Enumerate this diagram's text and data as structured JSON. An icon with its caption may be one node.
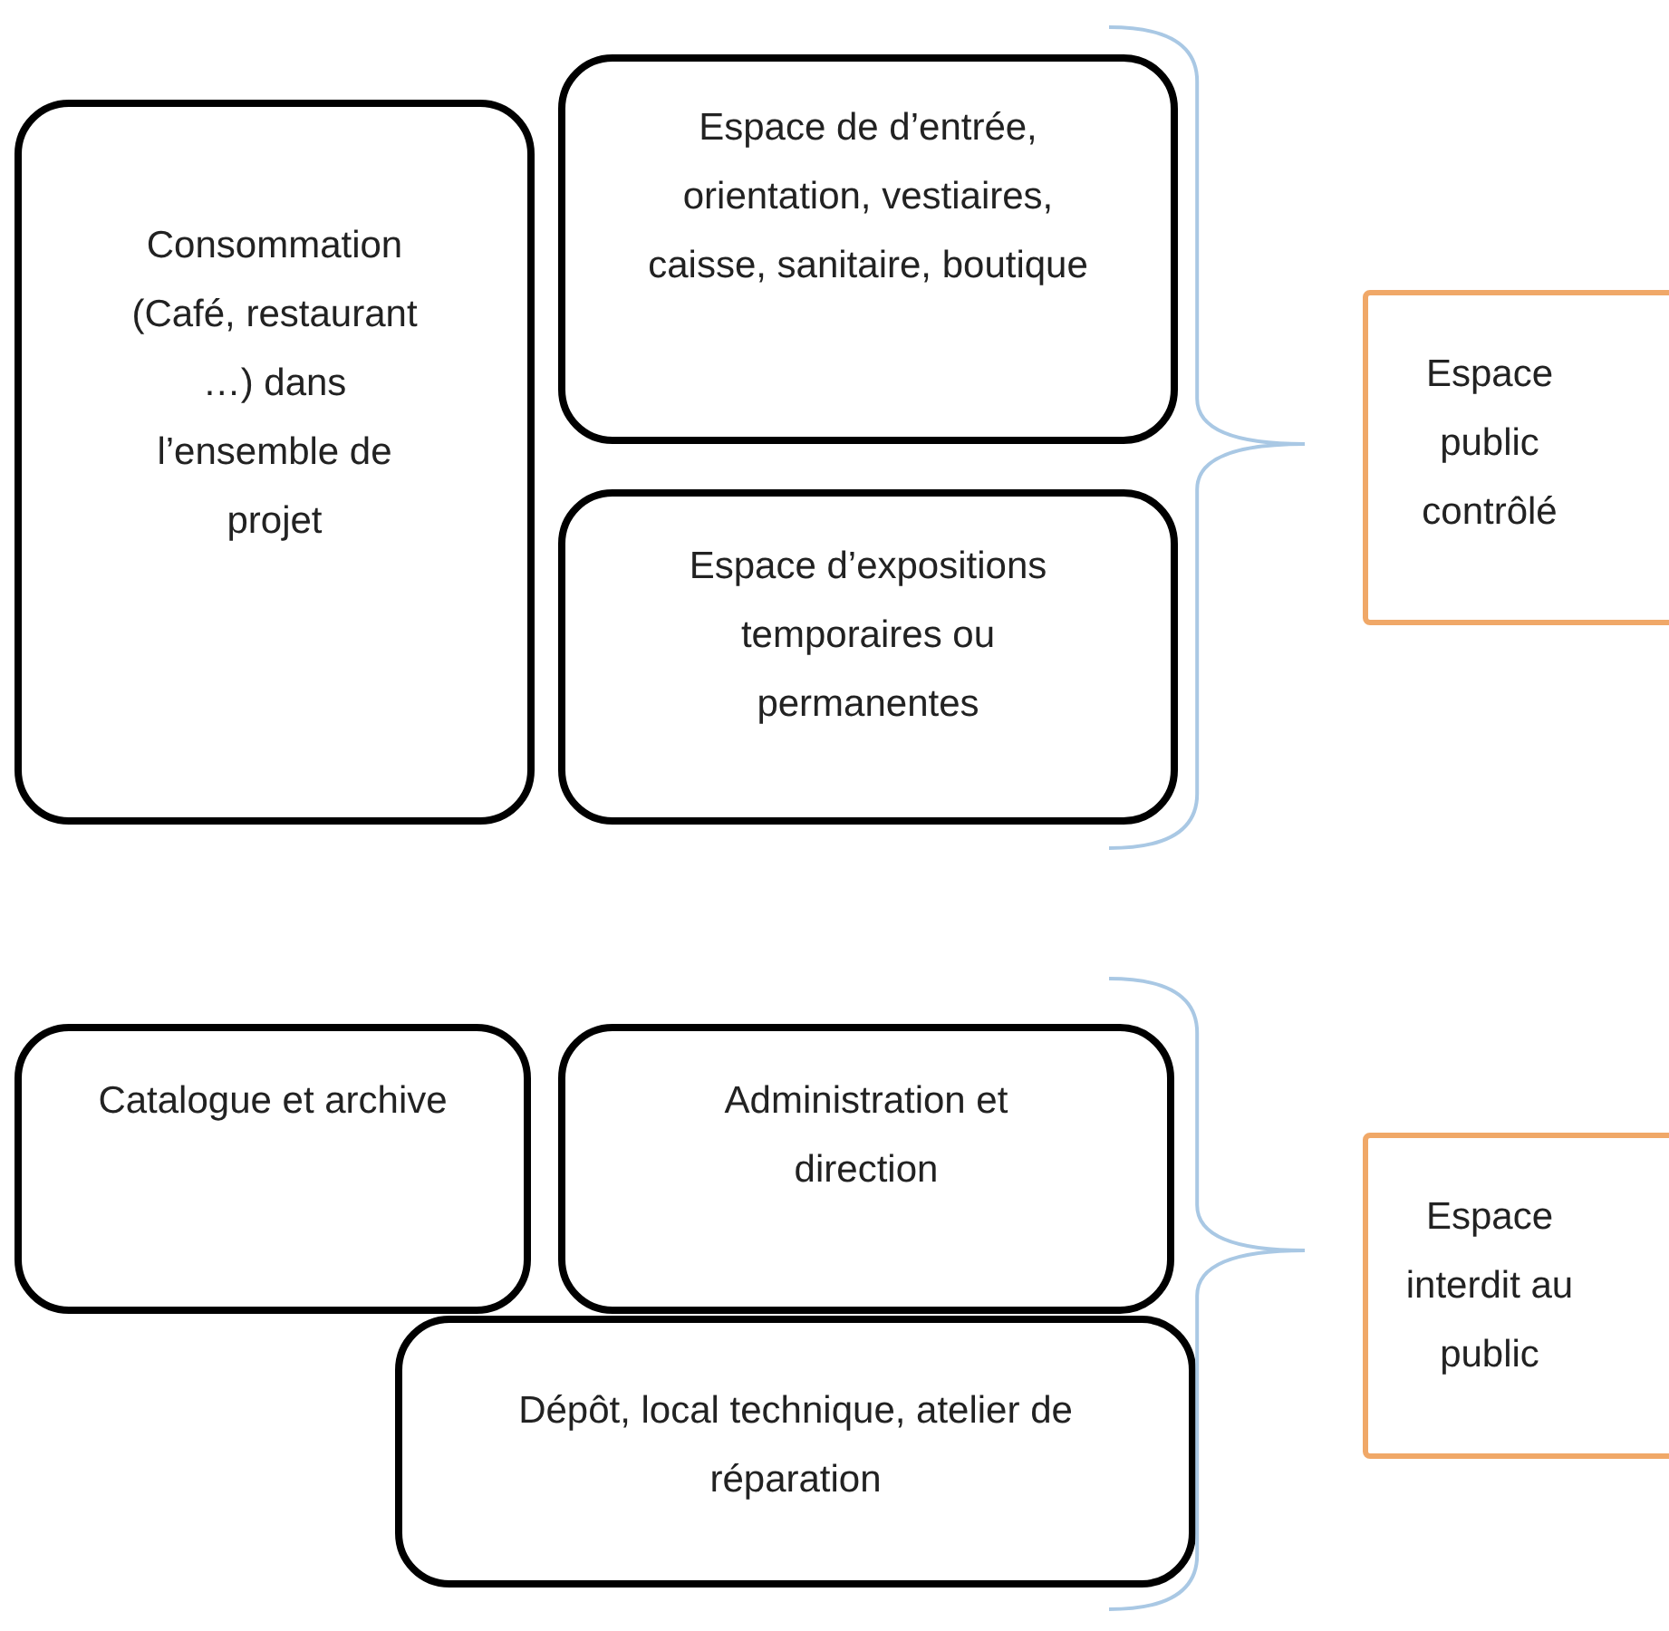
{
  "diagram": {
    "nodes": [
      {
        "text": [
          "Consommation (Café, restaurant …) dans l’ensemble de projet"
        ]
      },
      {
        "text": [
          "Espace de d’entrée, orientation, vestiaires, caisse, sanitaire, boutique"
        ]
      },
      {
        "text": [
          "Espace d’expositions temporaires ou permanentes"
        ]
      },
      {
        "text": [
          "Espace public contrôlé"
        ]
      },
      {
        "text": [
          "Catalogue et archive"
        ]
      },
      {
        "text": [
          "Administration et direction"
        ]
      },
      {
        "text": [
          "Dépôt, local technique, atelier de réparation"
        ]
      },
      {
        "text": [
          "Espace interdit au public"
        ]
      }
    ]
  }
}
